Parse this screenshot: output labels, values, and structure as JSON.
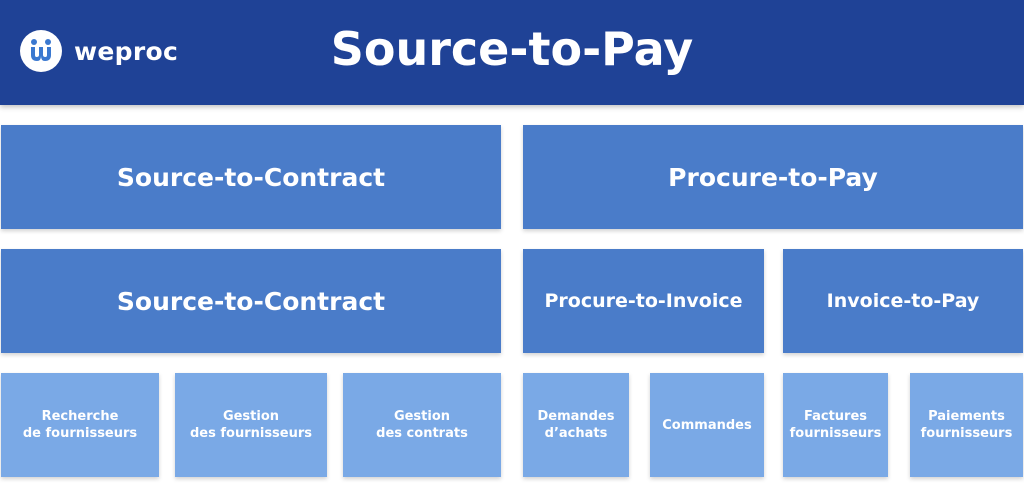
{
  "header": {
    "logo_text": "weproc",
    "title": "Source-to-Pay"
  },
  "level1": {
    "left": "Source-to-Contract",
    "right": "Procure-to-Pay"
  },
  "level2": {
    "left": "Source-to-Contract",
    "middle": "Procure-to-Invoice",
    "right": "Invoice-to-Pay"
  },
  "level3": {
    "recherche": "Recherche\nde fournisseurs",
    "gestion_fournisseurs": "Gestion\ndes fournisseurs",
    "gestion_contrats": "Gestion\ndes contrats",
    "demandes": "Demandes\nd’achats",
    "commandes": "Commandes",
    "factures": "Factures\nfournisseurs",
    "paiements": "Paiements\nfournisseurs"
  },
  "colors": {
    "header": "#1f4296",
    "level1_2": "#4a7cc9",
    "level3": "#7aa9e6"
  },
  "icons": {
    "logo": "weproc-logo-icon"
  }
}
